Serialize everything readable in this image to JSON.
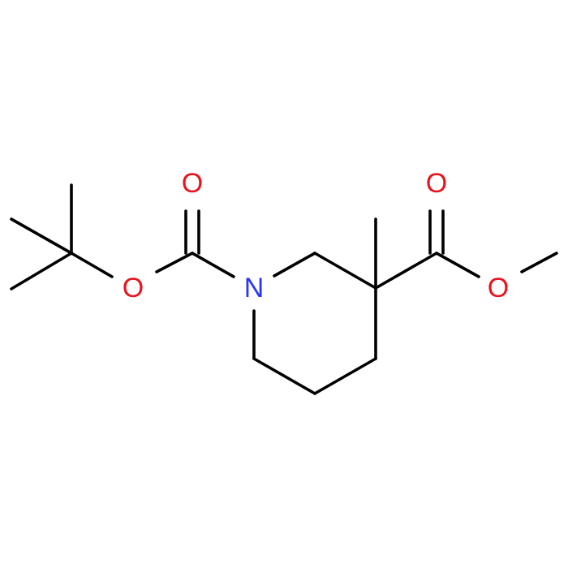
{
  "diagram": {
    "atoms": [
      {
        "id": "O_carbamate_ester",
        "label": "O",
        "color": "#e8141e"
      },
      {
        "id": "O_carbamate_carbonyl",
        "label": "O",
        "color": "#e8141e"
      },
      {
        "id": "N_ring",
        "label": "N",
        "color": "#2a36f2"
      },
      {
        "id": "O_ester_carbonyl",
        "label": "O",
        "color": "#e8141e"
      },
      {
        "id": "O_ester_methoxy",
        "label": "O",
        "color": "#e8141e"
      }
    ],
    "bond_color": "#000000"
  }
}
